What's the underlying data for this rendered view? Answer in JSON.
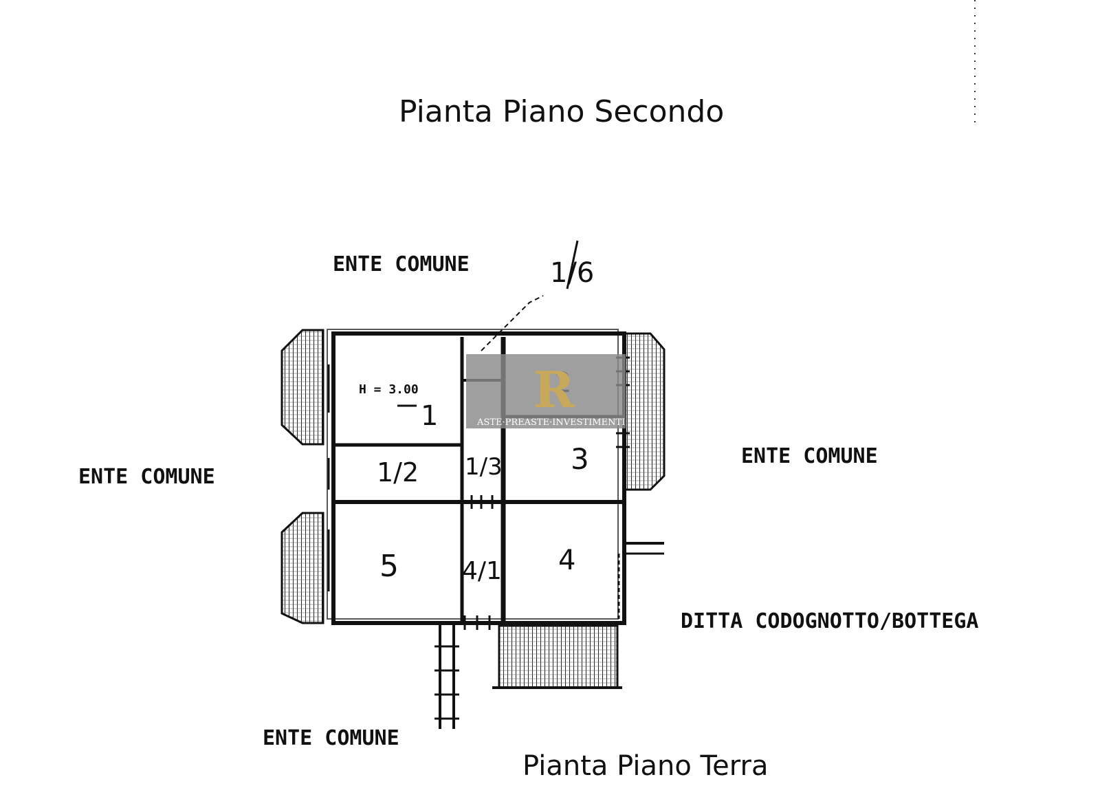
{
  "titles": {
    "top": "Pianta Piano Secondo",
    "bottom": "Pianta Piano Terra"
  },
  "labels": {
    "ente_comune_top": "ENTE COMUNE",
    "ente_comune_right": "ENTE COMUNE",
    "ente_comune_left": "ENTE COMUNE",
    "ente_comune_bottom": "ENTE COMUNE",
    "ditta": "DITTA CODOGNOTTO/BOTTEGA"
  },
  "rooms": {
    "height_note": "H = 3.00",
    "r1": "1",
    "r1_2": "1/2",
    "r1_3": "1/3",
    "r1_6": "1/6",
    "r2": "2",
    "r3": "3",
    "r4": "4",
    "r5": "5",
    "r4_1": "4/1"
  },
  "watermark": {
    "logo": "R",
    "text": "ASTE·PREASTE·INVESTIMENTI",
    "colors": {
      "box": "#8a8a8a",
      "gold": "#c8a85a"
    }
  },
  "colors": {
    "ink": "#111111",
    "paper": "#ffffff"
  }
}
